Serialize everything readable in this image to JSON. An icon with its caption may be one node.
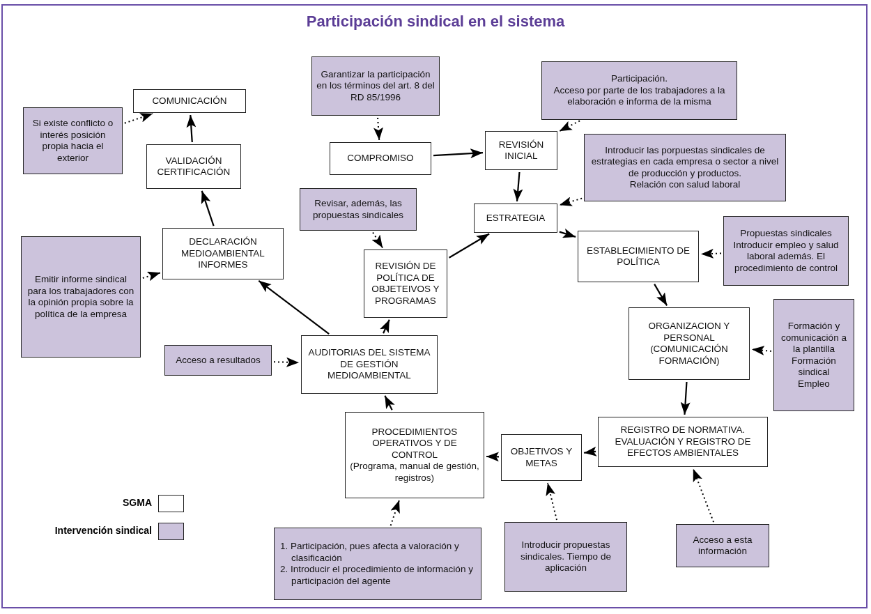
{
  "diagram": {
    "title": "Participación sindical en el sistema",
    "nodes": [
      {
        "text": [
          "COMUNICACIÓN"
        ]
      },
      {
        "text": [
          "VALIDACIÓN CERTIFICACIÓN"
        ]
      },
      {
        "text": [
          "DECLARACIÓN MEDIOAMBIENTAL INFORMES"
        ]
      },
      {
        "text": [
          "COMPROMISO"
        ]
      },
      {
        "text": [
          "REVISIÓN INICIAL"
        ]
      },
      {
        "text": [
          "ESTRATEGIA"
        ]
      },
      {
        "text": [
          "REVISIÓN DE POLÍTICA DE OBJETEIVOS Y PROGRAMAS"
        ]
      },
      {
        "text": [
          "ESTABLECIMIENTO DE POLÍTICA"
        ]
      },
      {
        "text": [
          "ORGANIZACION Y PERSONAL (COMUNICACIÓN FORMACIÓN)"
        ]
      },
      {
        "text": [
          "AUDITORIAS DEL SISTEMA DE GESTIÓN MEDIOAMBIENTAL"
        ]
      },
      {
        "text": [
          "PROCEDIMIENTOS OPERATIVOS Y DE CONTROL",
          "(Programa, manual de gestión, registros)"
        ]
      },
      {
        "text": [
          "REGISTRO DE NORMATIVA. EVALUACIÓN Y REGISTRO DE EFECTOS AMBIENTALES"
        ]
      },
      {
        "text": [
          "OBJETIVOS Y METAS"
        ]
      },
      {
        "text": [
          "Si existe conflicto o interés posición propia hacia el exterior"
        ]
      },
      {
        "text": [
          "Garantizar la participación en los términos del art. 8 del RD 85/1996"
        ]
      },
      {
        "text": [
          "Participación.",
          "Acceso por parte de los trabajadores a la elaboración e informa de la misma"
        ]
      },
      {
        "text": [
          "Revisar, además, las propuestas sindicales"
        ]
      },
      {
        "text": [
          "Introducir las porpuestas sindicales de estrategias en cada empresa o sector a nivel de producción y productos.",
          "Relación con salud laboral"
        ]
      },
      {
        "text": [
          "Emitir informe sindical para los trabajadores con la opinión propia sobre la política de la empresa"
        ]
      },
      {
        "text": [
          "Propuestas sindicales",
          "Introducir empleo y salud laboral además. El procedimiento de control"
        ]
      },
      {
        "text": [
          "Formación y comunicación a la plantilla",
          "Formación sindical",
          "Empleo"
        ]
      },
      {
        "text": [
          "Acceso a resultados"
        ]
      },
      {
        "text": [
          "1. Participación, pues afecta a valoración y clasificación",
          "2. Introducir el procedimiento de información y participación del agente"
        ]
      },
      {
        "text": [
          "Introducir propuestas sindicales. Tiempo de aplicación"
        ]
      },
      {
        "text": [
          "Acceso a esta información"
        ]
      }
    ],
    "edges": [
      {
        "from": 1,
        "to": 0,
        "arrow": "to"
      },
      {
        "from": 2,
        "to": 1,
        "arrow": "to"
      },
      {
        "from": 9,
        "to": 2,
        "arrow": "to"
      },
      {
        "from": 9,
        "to": 6,
        "arrow": "to"
      },
      {
        "from": 6,
        "to": 5,
        "arrow": "to"
      },
      {
        "from": 3,
        "to": 4,
        "arrow": "to"
      },
      {
        "from": 4,
        "to": 5,
        "arrow": "to"
      },
      {
        "from": 5,
        "to": 7,
        "arrow": "to"
      },
      {
        "from": 7,
        "to": 8,
        "arrow": "to"
      },
      {
        "from": 8,
        "to": 11,
        "arrow": "to"
      },
      {
        "from": 11,
        "to": 12,
        "arrow": "to"
      },
      {
        "from": 12,
        "to": 10,
        "arrow": "to"
      },
      {
        "from": 10,
        "to": 9,
        "arrow": "to"
      },
      {
        "from": 13,
        "to": 0,
        "arrow": "to",
        "style": "dashed"
      },
      {
        "from": 14,
        "to": 3,
        "arrow": "to",
        "style": "dashed"
      },
      {
        "from": 15,
        "to": 4,
        "arrow": "to",
        "style": "dashed"
      },
      {
        "from": 17,
        "to": 5,
        "arrow": "to",
        "style": "dashed"
      },
      {
        "from": 16,
        "to": 6,
        "arrow": "to",
        "style": "dashed"
      },
      {
        "from": 18,
        "to": 2,
        "arrow": "to",
        "style": "dashed"
      },
      {
        "from": 19,
        "to": 7,
        "arrow": "to",
        "style": "dashed"
      },
      {
        "from": 20,
        "to": 8,
        "arrow": "to",
        "style": "dashed"
      },
      {
        "from": 21,
        "to": 9,
        "arrow": "to",
        "style": "dashed"
      },
      {
        "from": 22,
        "to": 10,
        "arrow": "to",
        "style": "dashed"
      },
      {
        "from": 23,
        "to": 12,
        "arrow": "to",
        "style": "dashed"
      },
      {
        "from": 24,
        "to": 11,
        "arrow": "to",
        "style": "dashed"
      }
    ],
    "legend": [
      {
        "text": "SGMA",
        "color": "#ffffff"
      },
      {
        "text": "Intervención sindical",
        "color": "#ccc3dc"
      }
    ]
  }
}
